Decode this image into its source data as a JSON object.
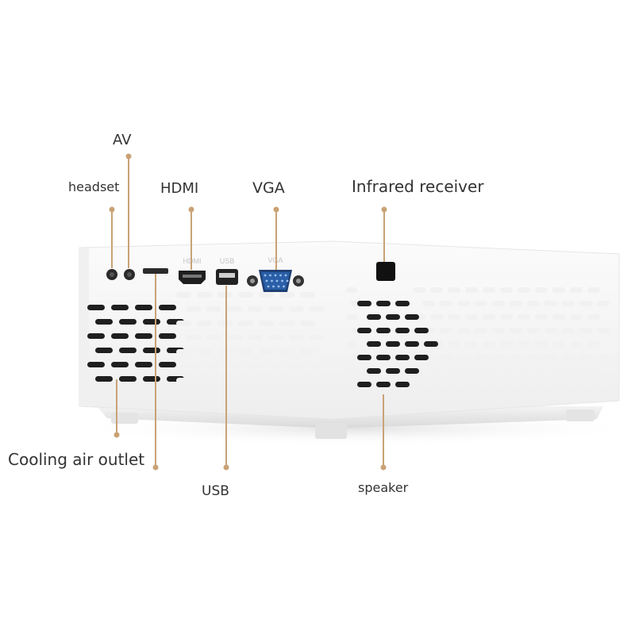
{
  "labels": {
    "av": "AV",
    "headset": "headset",
    "hdmi": "HDMI",
    "vga": "VGA",
    "infrared_receiver": "Infrared receiver",
    "cooling_air_outlet": "Cooling air outlet",
    "usb": "USB",
    "speaker": "speaker"
  },
  "panel_print": {
    "hdmi": "HDMI",
    "usb": "USB",
    "vga": "VGA"
  },
  "colors": {
    "callout": "#c9a276",
    "body": "#ffffff",
    "body_shadow": "#e8e8e8",
    "vent_dark": "#1f1f1f",
    "vent_light": "#f1f1f1",
    "port_dark": "#222222",
    "vga_blue": "#2a5fa8"
  }
}
